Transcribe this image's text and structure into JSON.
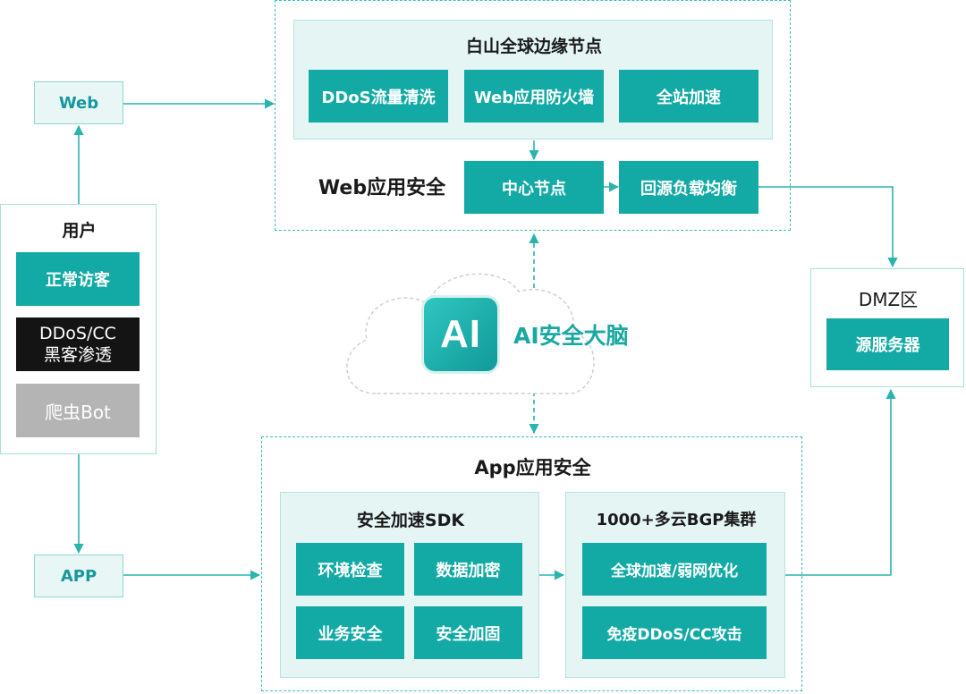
{
  "edge": {
    "title": "白山全球边缘节点",
    "services": [
      "DDoS流量清洗",
      "Web应用防火墙",
      "全站加速"
    ],
    "center_node": "中心节点",
    "origin_lb": "回源负载均衡"
  },
  "web_security_label": "Web应用安全",
  "clients": {
    "web": "Web",
    "app": "APP"
  },
  "users": {
    "title": "用户",
    "normal": "正常访客",
    "attack_line1": "DDoS/CC",
    "attack_line2": "黑客渗透",
    "bot": "爬虫Bot"
  },
  "ai_brain": {
    "logo_text": "AI",
    "label": "AI安全大脑"
  },
  "dmz": {
    "title": "DMZ区",
    "server": "源服务器"
  },
  "app_security": {
    "title": "App应用安全",
    "sdk": {
      "title": "安全加速SDK",
      "items": [
        "环境检查",
        "数据加密",
        "业务安全",
        "安全加固"
      ]
    },
    "bgp": {
      "title": "1000+多云BGP集群",
      "items": [
        "全球加速/弱网优化",
        "免疫DDoS/CC攻击"
      ]
    }
  },
  "colors": {
    "teal": "#13aaa5",
    "teal_dark": "#1597a0",
    "line": "#2bb3ad",
    "panel_light": "#e4f5f4",
    "black_box": "#141414",
    "grey_box": "#b4b4b4"
  }
}
